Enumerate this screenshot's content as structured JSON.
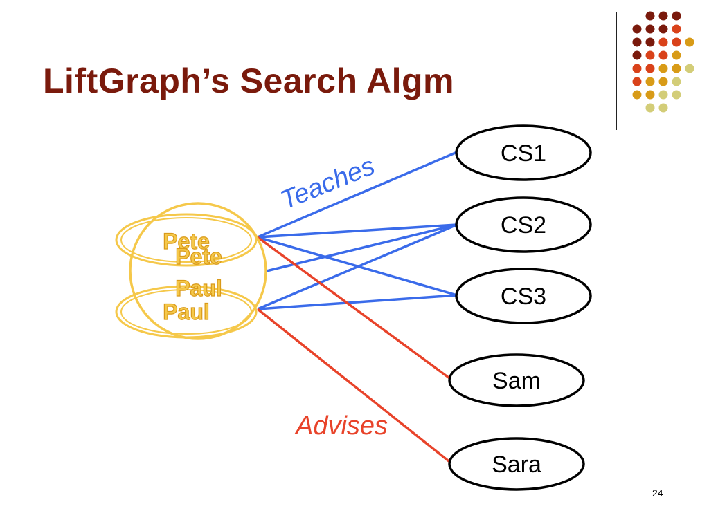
{
  "slide": {
    "title": "LiftGraph’s Search Algm",
    "page_number": "24"
  },
  "colors": {
    "title": "#7a1a0c",
    "teaches": "#3a6bea",
    "advises": "#e8432a",
    "person_outline": "#f5c84a",
    "node_outline": "#000000",
    "dot_palette": [
      "#7a1a0c",
      "#d9421a",
      "#d89b17",
      "#d3cd78"
    ]
  },
  "diagram": {
    "people": {
      "pete": "Pete",
      "paul": "Paul",
      "merged_pete": "Pete",
      "merged_paul": "Paul"
    },
    "nodes": {
      "cs1": "CS1",
      "cs2": "CS2",
      "cs3": "CS3",
      "sam": "Sam",
      "sara": "Sara"
    },
    "edge_labels": {
      "teaches": "Teaches",
      "advises": "Advises"
    }
  }
}
